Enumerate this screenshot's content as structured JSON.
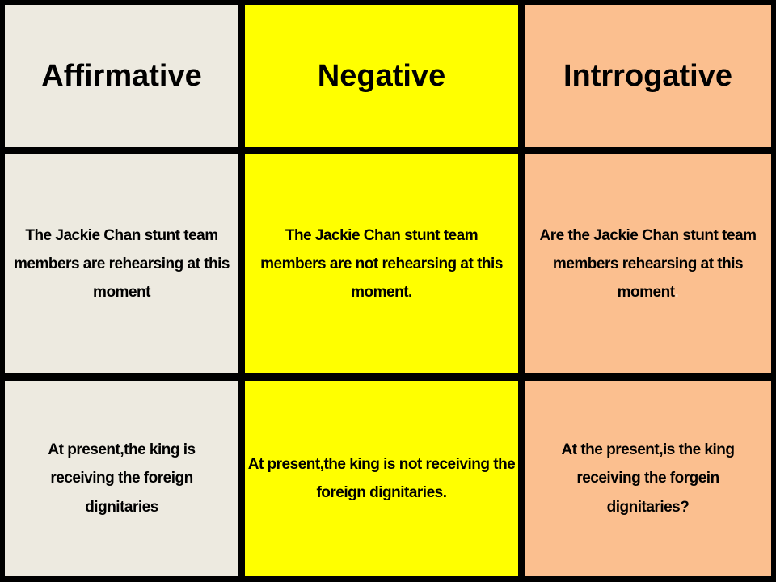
{
  "slide": {
    "title": "Present continuous sentence forms table",
    "columns": [
      {
        "id": "affirmative",
        "header": "Affirmative",
        "bg": "#EDEAE0"
      },
      {
        "id": "negative",
        "header": "Negative",
        "bg": "#FFFF00"
      },
      {
        "id": "interrogative",
        "header": "Intrrogative",
        "bg": "#FBBF8F"
      }
    ],
    "rows": [
      {
        "affirmative": "The Jackie Chan stunt team members are rehearsing at this moment",
        "negative": "The Jackie Chan stunt team members are not rehearsing at this moment.",
        "interrogative": "Are the Jackie Chan stunt team members rehearsing at this moment",
        "interrogative_faint_period": "."
      },
      {
        "affirmative": "At present,the king is receiving the foreign dignitaries",
        "negative": "At present,the king is not receiving the foreign dignitaries.",
        "interrogative": "At the present,is the king receiving the forgein dignitaries?"
      }
    ],
    "colors": {
      "grid_line": "#000000",
      "text": "#000000",
      "faint_period": "#F7DAC0"
    }
  }
}
